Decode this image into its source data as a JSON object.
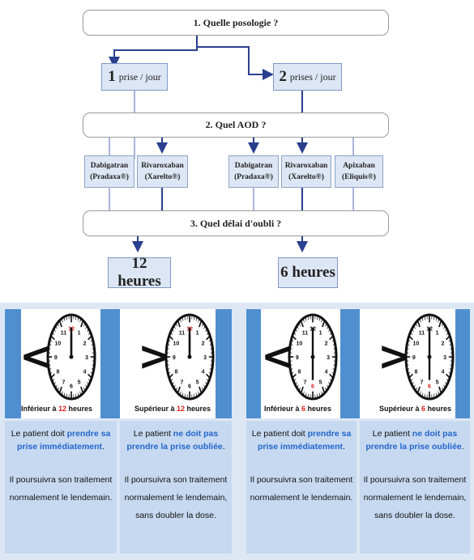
{
  "flowchart": {
    "q1": "1. Quelle posologie ?",
    "once": {
      "num": "1",
      "label": "prise / jour"
    },
    "twice": {
      "num": "2",
      "label": "prises / jour"
    },
    "q2": "2. Quel AOD ?",
    "drugs": [
      {
        "name": "Dabigatran",
        "brand": "(Pradaxa®)"
      },
      {
        "name": "Rivaroxaban",
        "brand": "(Xarelto®)"
      },
      {
        "name": "Dabigatran",
        "brand": "(Pradaxa®)"
      },
      {
        "name": "Rivaroxaban",
        "brand": "(Xarelto®)"
      },
      {
        "name": "Apixaban",
        "brand": "(Eliquis®)"
      }
    ],
    "q3": "3. Quel délai d'oubli ?",
    "result_left": "12 heures",
    "result_right": "6 heures"
  },
  "panels": [
    {
      "symbol": "<",
      "clock_hand_to": 12,
      "caption_pre": "Inférieur à ",
      "caption_num": "12",
      "caption_post": " heures",
      "text_pre": "Le patient doit ",
      "text_highlight": "prendre sa prise immédiatement",
      "text_post": ".",
      "text_2": "Il poursuivra son traitement normalement le lendemain."
    },
    {
      "symbol": ">",
      "clock_hand_to": 12,
      "caption_pre": "Supérieur à ",
      "caption_num": "12",
      "caption_post": " heures",
      "text_pre": "Le patient ",
      "text_highlight": "ne doit pas prendre la prise oubliée",
      "text_post": ".",
      "text_2": "Il poursuivra son traitement normalement le lendemain, sans doubler la dose."
    },
    {
      "symbol": "<",
      "clock_hand_to": 6,
      "caption_pre": "Inférieur à ",
      "caption_num": "6",
      "caption_post": " heures",
      "text_pre": "Le patient doit ",
      "text_highlight": "prendre sa prise immédiatement",
      "text_post": ".",
      "text_2": "Il poursuivra son traitement normalement le lendemain."
    },
    {
      "symbol": ">",
      "clock_hand_to": 6,
      "caption_pre": "Supérieur à ",
      "caption_num": "6",
      "caption_post": " heures",
      "text_pre": "Le patient ",
      "text_highlight": "ne doit pas prendre la prise oubliée",
      "text_post": ".",
      "text_2": "Il poursuivra son traitement normalement le lendemain, sans doubler la dose."
    }
  ],
  "colors": {
    "line_dark": "#2a3f8f",
    "line_light": "#aab4dd",
    "bar_blue": "#4f8fd0",
    "accent_red": "#e02020",
    "highlight_blue": "#2266cc"
  }
}
